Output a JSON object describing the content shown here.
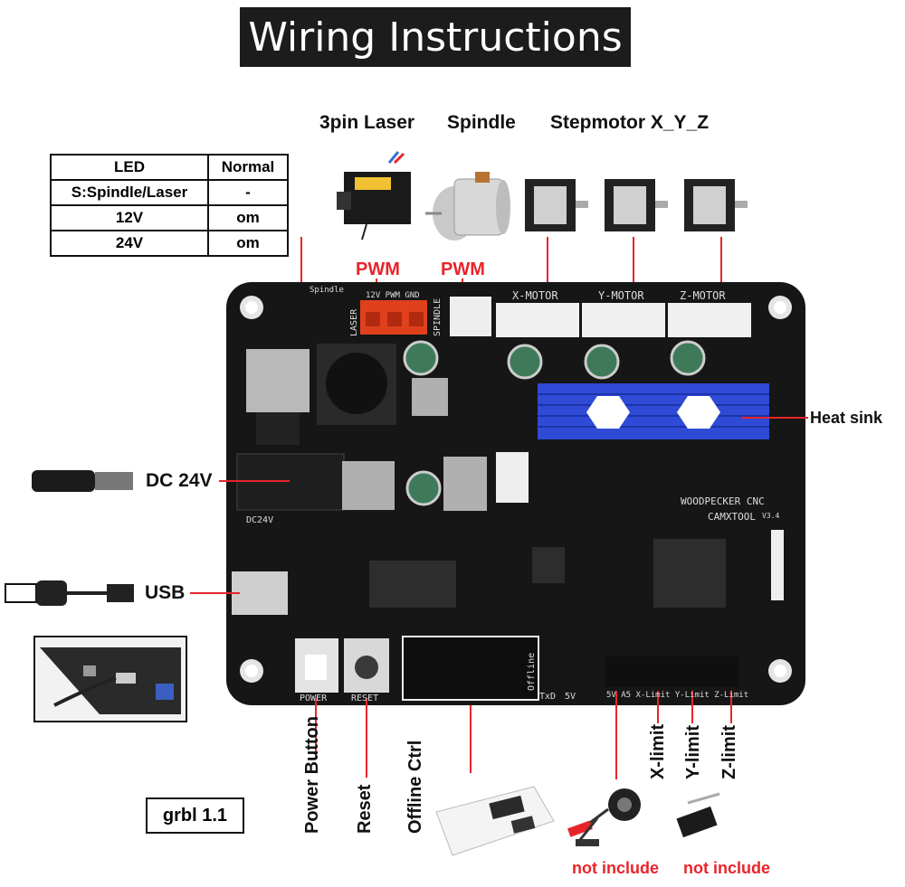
{
  "title": "Wiring Instructions",
  "top_labels": {
    "laser": "3pin Laser",
    "spindle": "Spindle",
    "stepmotor": "Stepmotor X_Y_Z"
  },
  "pwm_labels": [
    "PWM",
    "PWM"
  ],
  "led_table": {
    "headers": [
      "LED",
      "Normal"
    ],
    "rows": [
      [
        "S:Spindle/Laser",
        "-"
      ],
      [
        "12V",
        "om"
      ],
      [
        "24V",
        "om"
      ]
    ]
  },
  "side_labels": {
    "dc": "DC 24V",
    "usb": "USB",
    "heat_sink": "Heat sink"
  },
  "board": {
    "x_motor": "X-MOTOR",
    "y_motor": "Y-MOTOR",
    "z_motor": "Z-MOTOR",
    "brand": "WOODPECKER CNC",
    "model": "CAMXTOOL",
    "version": "V3.4",
    "power": "POWER",
    "reset": "RESET",
    "offline": "Offline",
    "spindle": "SPINDLE",
    "laser": "LASER",
    "limits": "5V  A5  X-Limit  Y-Limit  Z-Limit",
    "dc24v": "DC24V",
    "txd": "TxD",
    "fivev": "5V",
    "pwm_header": "12V PWM GND",
    "spindle_silk": "Spindle"
  },
  "bottom_labels": {
    "power_button": "Power Button",
    "reset": "Reset",
    "offline_ctrl": "Offline Ctrl"
  },
  "limit_labels": [
    "X-limit",
    "Y-limit",
    "Z-limit"
  ],
  "grbl": "grbl 1.1",
  "not_include": [
    "not include",
    "not include"
  ],
  "colors": {
    "accent_red": "#e8242b",
    "board": "#161616",
    "heat_sink": "#2f4bd6"
  }
}
